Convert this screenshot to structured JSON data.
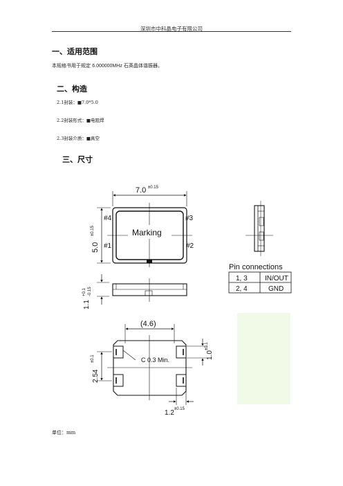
{
  "header": {
    "company": "深圳市中科晶电子有限公司"
  },
  "sections": {
    "scope": {
      "title": "一、适用范围",
      "text_prefix": "本规格书用于规定 ",
      "frequency": "6.000000MHz",
      "text_suffix": " 石英晶体谐振器。"
    },
    "construction": {
      "title": "二、构造",
      "items": [
        {
          "label": "2.1封装：",
          "value": "■7.0*5.0"
        },
        {
          "label": "2.2封装形式：",
          "value": "■电阻焊"
        },
        {
          "label": "2.3封装介质：",
          "value": "■真空"
        }
      ]
    },
    "dimensions": {
      "title": "三、尺寸",
      "unit": "单位：mm"
    }
  },
  "drawing": {
    "top_view": {
      "width_dim": "7.0",
      "width_tol": "±0.15",
      "height_dim": "5.0",
      "height_tol": "±0.15",
      "marking": "Marking",
      "pins": [
        "#1",
        "#2",
        "#3",
        "#4"
      ]
    },
    "side_view": {
      "thickness_dim": "1.1",
      "tol_plus": "+0.1",
      "tol_minus": "-0.15"
    },
    "bottom_view": {
      "pitch": "(4.6)",
      "pad_spacing": "2.54",
      "pad_spacing_tol": "±0.1",
      "pad_length": "1.0",
      "pad_length_tol": "±0.1",
      "pad_width": "1.2",
      "pad_width_tol": "±0.15",
      "chamfer": "C 0.3 Min."
    },
    "pin_connections": {
      "title": "Pin connections",
      "rows": [
        {
          "pins": "1, 3",
          "function": "IN/OUT"
        },
        {
          "pins": "2, 4",
          "function": "GND"
        }
      ]
    }
  }
}
